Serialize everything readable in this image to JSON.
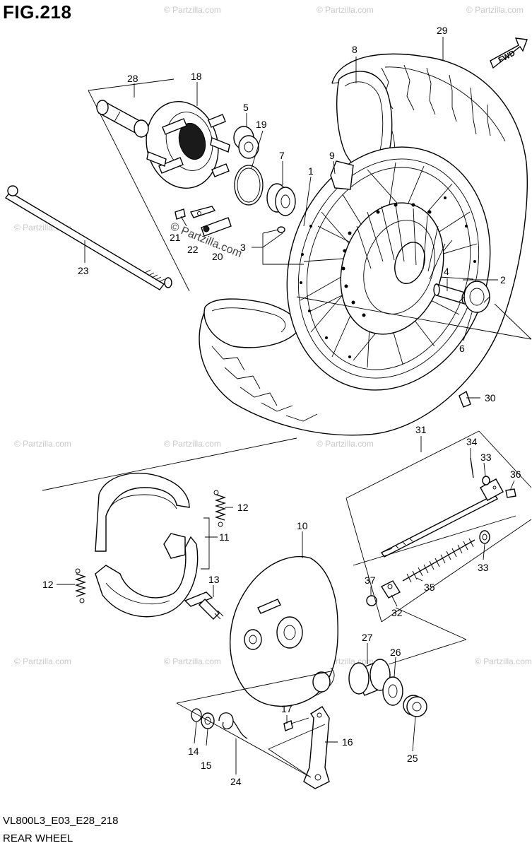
{
  "figure": {
    "title": "FIG.218",
    "drawing_code": "VL800L3_E03_E28_218",
    "section_title": "REAR WHEEL",
    "direction_marker": "FWD"
  },
  "watermark": {
    "text": "© Partzilla.com",
    "large_text": "© Partzilla.com"
  },
  "callouts": {
    "c1": "1",
    "c2": "2",
    "c3": "3",
    "c4": "4",
    "c5": "5",
    "c6": "6",
    "c7": "7",
    "c8": "8",
    "c9": "9",
    "c10": "10",
    "c11": "11",
    "c12a": "12",
    "c12b": "12",
    "c13": "13",
    "c14": "14",
    "c15": "15",
    "c16": "16",
    "c17": "17",
    "c18": "18",
    "c19": "19",
    "c20": "20",
    "c21": "21",
    "c22": "22",
    "c23": "23",
    "c24": "24",
    "c25": "25",
    "c26": "26",
    "c27": "27",
    "c28": "28",
    "c29": "29",
    "c30": "30",
    "c31": "31",
    "c32": "32",
    "c33a": "33",
    "c33b": "33",
    "c34": "34",
    "c35": "35",
    "c36": "36",
    "c37": "37"
  }
}
